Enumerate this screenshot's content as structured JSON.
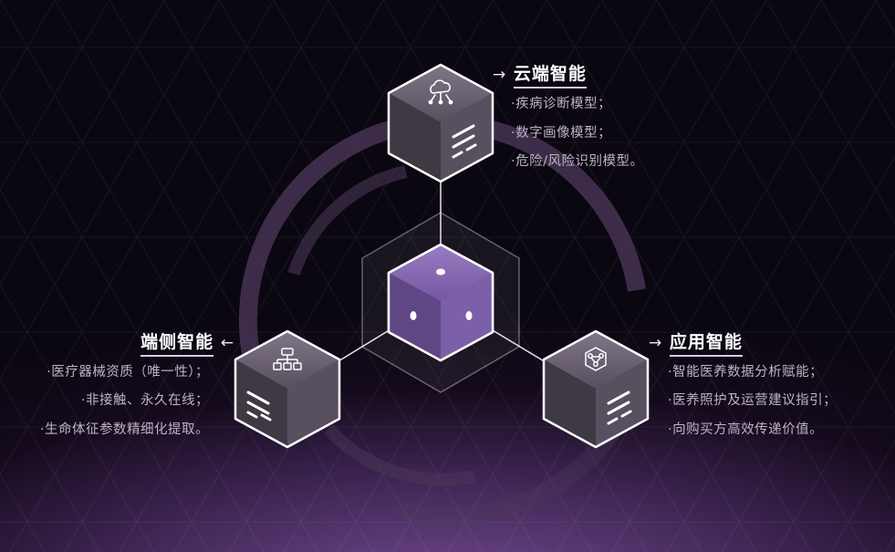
{
  "colors": {
    "background_dark": "#0b0710",
    "background_glow": "#7a4f98",
    "center_cube_fill": "#7a5aa0",
    "cube_outline": "#ffffff",
    "ring": "#5a4566"
  },
  "center": {
    "icon": "connection-dots-icon"
  },
  "nodes": {
    "cloud": {
      "title": "云端智能",
      "icon": "cloud-network-icon",
      "items": [
        "·疾病诊断模型；",
        "·数字画像模型；",
        "·危险/风险识别模型。"
      ]
    },
    "edge": {
      "title": "端侧智能",
      "icon": "hierarchy-icon",
      "items": [
        "·医疗器械资质（唯一性）；",
        "·非接触、永久在线；",
        "·生命体征参数精细化提取。"
      ]
    },
    "app": {
      "title": "应用智能",
      "icon": "network-nodes-icon",
      "items": [
        "·智能医养数据分析赋能；",
        "·医养照护及运营建议指引；",
        "·向购买方高效传递价值。"
      ]
    }
  }
}
